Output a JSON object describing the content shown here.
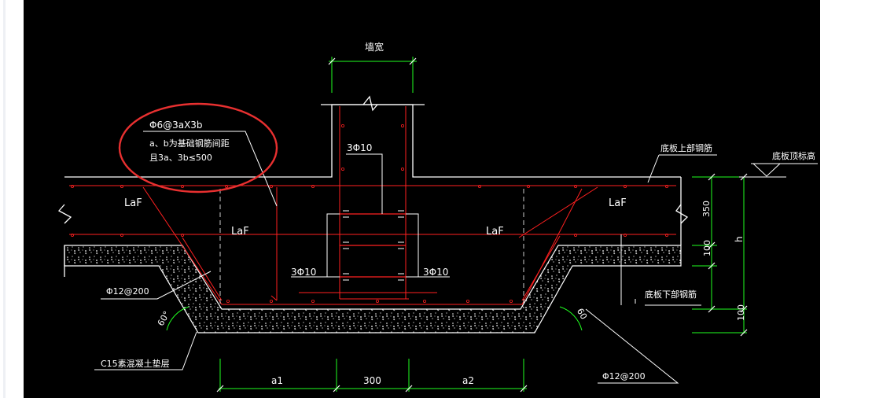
{
  "labels": {
    "wall_width": "墙宽",
    "stirrup_spec": "Φ6@3aX3b",
    "stirrup_note_1": "a、b为基础钢筋间距",
    "stirrup_note_2": "且3a、3b≤500",
    "rebar_3phi10_top": "3Φ10",
    "rebar_3phi10_left": "3Φ10",
    "rebar_3phi10_right": "3Φ10",
    "top_rebar": "底板上部钢筋",
    "bottom_rebar": "底板下部钢筋",
    "slab_top_elevation": "底板顶标高",
    "laf_1": "LaF",
    "laf_2": "LaF",
    "laf_3": "LaF",
    "laf_4": "LaF",
    "phi12_left": "Φ12@200",
    "phi12_right": "Φ12@200",
    "angle_left": "60°",
    "angle_right": "60",
    "c15_pad": "C15素混凝土垫层",
    "dim_a1": "a1",
    "dim_300": "300",
    "dim_a2": "a2",
    "dim_350": "350",
    "dim_100_upper": "100",
    "dim_h": "h",
    "dim_100_lower": "100"
  },
  "colors": {
    "background": "#000000",
    "rebar": "#ff2020",
    "structure": "#ffffff",
    "dimension": "#20ff20",
    "annotation_circle": "#e83030"
  }
}
